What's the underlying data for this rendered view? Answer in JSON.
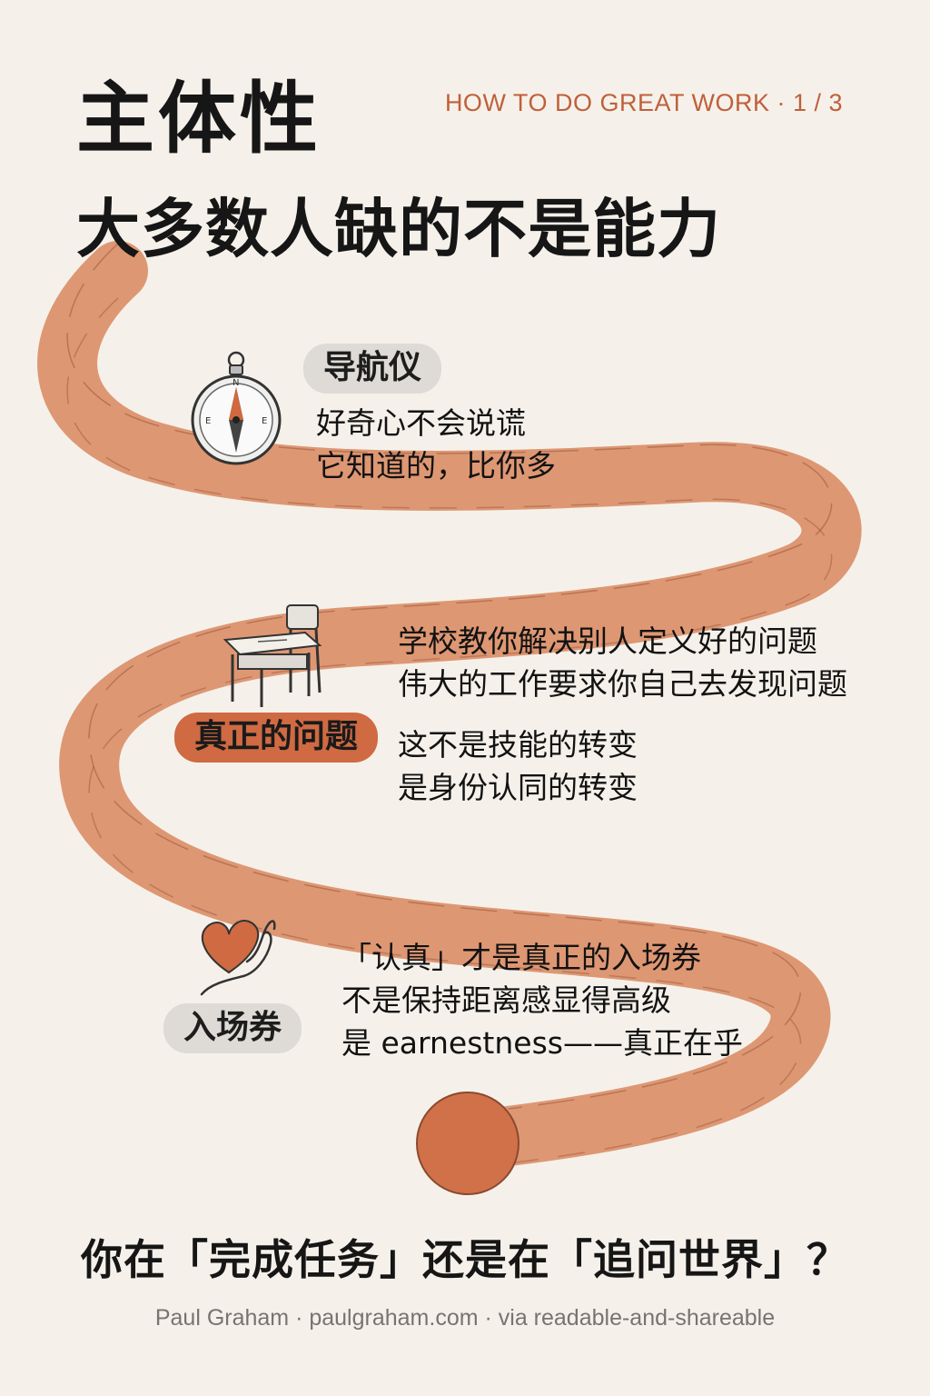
{
  "header": {
    "title": "主体性",
    "subtitle": "大多数人缺的不是能力",
    "series_label": "HOW TO DO GREAT WORK · 1 / 3"
  },
  "sections": [
    {
      "badge": "导航仪",
      "icon": "compass-icon",
      "lines": [
        "好奇心不会说谎",
        "它知道的，比你多"
      ]
    },
    {
      "badge": "真正的问题",
      "icon": "school-desk-icon",
      "lines": [
        "学校教你解决别人定义好的问题",
        "伟大的工作要求你自己去发现问题",
        "这不是技能的转变",
        "是身份认同的转变"
      ]
    },
    {
      "badge": "入场券",
      "icon": "heart-in-hand-icon",
      "lines": [
        "「认真」才是真正的入场券",
        "不是保持距离感显得高级",
        "是 earnestness——真正在乎"
      ]
    }
  ],
  "footer": {
    "question": "你在「完成任务」还是在「追问世界」？",
    "credit": "Paul Graham · paulgraham.com · via readable-and-shareable"
  },
  "colors": {
    "background": "#f5f1ea",
    "ribbon": "#d98259",
    "accent": "#c0603a",
    "badge_grey": "#dedad5",
    "badge_orange": "#cf6a42"
  }
}
